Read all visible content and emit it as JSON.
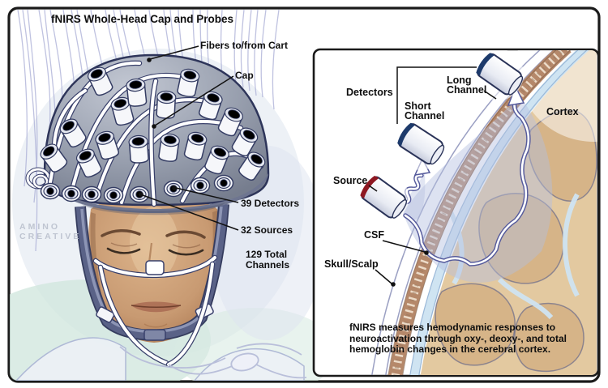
{
  "left_panel": {
    "title": "fNIRS Whole-Head Cap and Probes",
    "labels": {
      "fibers": "Fibers to/from Cart",
      "cap": "Cap",
      "detectors_count": "39 Detectors",
      "sources_count": "32 Sources",
      "total_channels_line1": "129 Total",
      "total_channels_line2": "Channels"
    },
    "watermark": {
      "line1": "AMINO",
      "line2": "CREATIVE"
    }
  },
  "inset_panel": {
    "labels": {
      "detectors": "Detectors",
      "short_channel_line1": "Short",
      "short_channel_line2": "Channel",
      "long_channel_line1": "Long",
      "long_channel_line2": "Channel",
      "cortex": "Cortex",
      "source": "Source",
      "csf": "CSF",
      "skull_scalp": "Skull/Scalp"
    },
    "caption_line1": "fNIRS measures hemodynamic responses to",
    "caption_line2": "neuroactivation through oxy-, deoxy-, and total",
    "caption_line3": "hemoglobin changes in the cerebral cortex."
  },
  "colors": {
    "source_red": "#c43a2b",
    "source_red_dark": "#8e1822",
    "detector_blue": "#5a8ac2",
    "detector_navy": "#1d3a6b",
    "light_red": "#dd8a7a",
    "light_blue": "#a3c2dd",
    "cap_gray": "#9aa1b0",
    "skin_tan": "#c89a72",
    "skull_brown": "#b5886a",
    "csf_blue": "#cfe4f2",
    "cortex_tan": "#e3c9a0",
    "fiber_lavender": "#a9aed6"
  }
}
